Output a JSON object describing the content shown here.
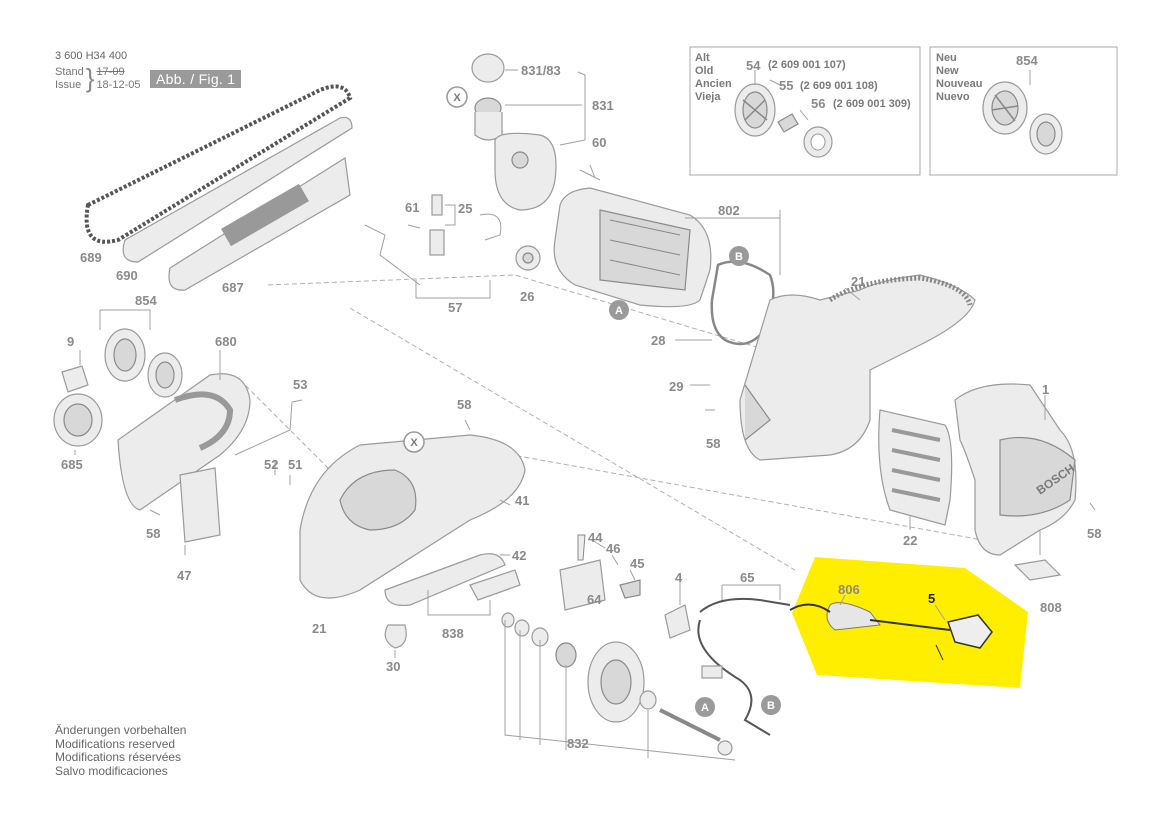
{
  "header": {
    "doc_number": "3 600 H34 400",
    "stand_label": "Stand",
    "issue_label": "Issue",
    "stand_old": "17-09",
    "issue_date": "18-12-05",
    "figure_badge": "Abb. / Fig. 1"
  },
  "footer": {
    "lines": [
      "Änderungen vorbehalten",
      "Modifications reserved",
      "Modifications réservées",
      "Salvo modificaciones"
    ]
  },
  "inset_old": {
    "langs": [
      "Alt",
      "Old",
      "Ancien",
      "Vieja"
    ],
    "parts": [
      {
        "num": "54",
        "code": "(2 609 001 107)"
      },
      {
        "num": "55",
        "code": "(2 609 001 108)"
      },
      {
        "num": "56",
        "code": "(2 609 001 309)"
      }
    ]
  },
  "inset_new": {
    "langs": [
      "Neu",
      "New",
      "Nouveau",
      "Nuevo"
    ],
    "part": "854"
  },
  "labels": {
    "p831_83": "831/83",
    "p831": "831",
    "p60": "60",
    "p25": "25",
    "p61": "61",
    "p802": "802",
    "p689": "689",
    "p690": "690",
    "p687": "687",
    "p26": "26",
    "p57": "57",
    "p21a": "21",
    "p854": "854",
    "p9": "9",
    "p680": "680",
    "p28": "28",
    "p53": "53",
    "p29": "29",
    "p58a": "58",
    "p58b": "58",
    "p1": "1",
    "p685": "685",
    "p52": "52",
    "p51": "51",
    "p41": "41",
    "p58c": "58",
    "p47": "47",
    "p44": "44",
    "p46": "46",
    "p45": "45",
    "p42": "42",
    "p4": "4",
    "p65": "65",
    "p806": "806",
    "p5": "5",
    "p22": "22",
    "p58d": "58",
    "p808": "808",
    "p21b": "21",
    "p838": "838",
    "p64": "64",
    "p30": "30",
    "p832": "832"
  },
  "markers": {
    "x": "X",
    "a": "A",
    "b": "B"
  },
  "brand_text": "BOSCH",
  "highlight_color": "#ffee00"
}
